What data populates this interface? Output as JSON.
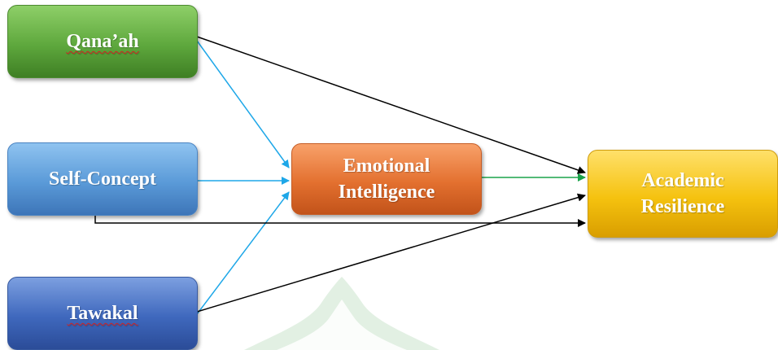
{
  "diagram": {
    "nodes": {
      "qanaah": {
        "label": "Qana’ah",
        "color": "#5ea83d"
      },
      "self_concept": {
        "label": "Self-Concept",
        "color": "#5a9ad8"
      },
      "tawakal": {
        "label": "Tawakal",
        "color": "#3f68bd"
      },
      "emotional_intelligence": {
        "line1": "Emotional",
        "line2": "Intelligence",
        "color": "#e3702f"
      },
      "academic_resilience": {
        "line1": "Academic",
        "line2": "Resilience",
        "color": "#f5c20f"
      }
    },
    "edges": [
      {
        "from": "Qana’ah",
        "to": "Emotional Intelligence",
        "color": "#1ea7e8"
      },
      {
        "from": "Self-Concept",
        "to": "Emotional Intelligence",
        "color": "#1ea7e8"
      },
      {
        "from": "Tawakal",
        "to": "Emotional Intelligence",
        "color": "#1ea7e8"
      },
      {
        "from": "Emotional Intelligence",
        "to": "Academic Resilience",
        "color": "#1aa34a"
      },
      {
        "from": "Qana’ah",
        "to": "Academic Resilience",
        "color": "#000000"
      },
      {
        "from": "Self-Concept",
        "to": "Academic Resilience",
        "color": "#000000"
      },
      {
        "from": "Tawakal",
        "to": "Academic Resilience",
        "color": "#000000"
      }
    ]
  }
}
